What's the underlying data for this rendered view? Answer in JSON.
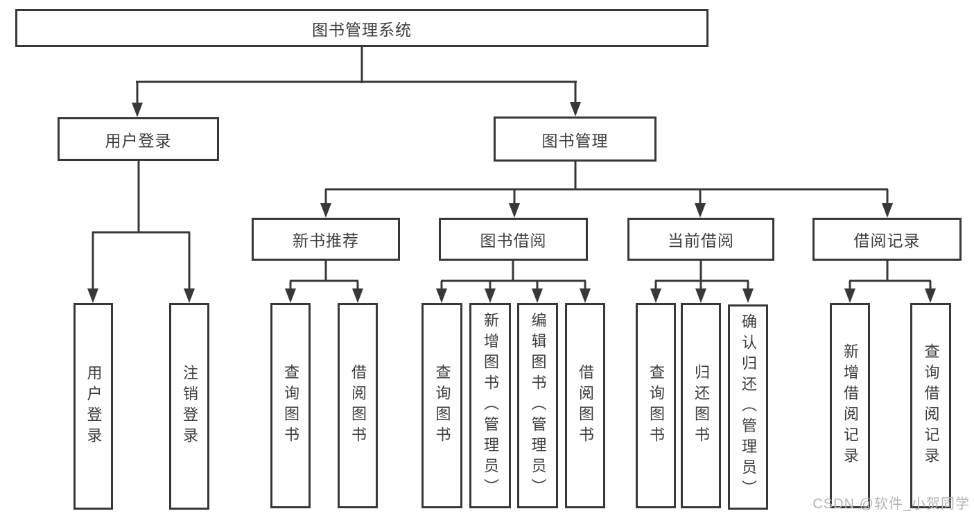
{
  "colors": {
    "border": "#383838",
    "text": "#3d3d3d",
    "watermark": "#b3b3b3",
    "background": "#ffffff"
  },
  "watermark": {
    "text": "CSDN @软件_小贺同学"
  },
  "tree": {
    "root": {
      "label": "图书管理系统",
      "children": [
        {
          "label": "用户登录",
          "children": [
            {
              "label": "用户登录"
            },
            {
              "label": "注销登录"
            }
          ]
        },
        {
          "label": "图书管理",
          "children": [
            {
              "label": "新书推荐",
              "children": [
                {
                  "label": "查询图书"
                },
                {
                  "label": "借阅图书"
                }
              ]
            },
            {
              "label": "图书借阅",
              "children": [
                {
                  "label": "查询图书"
                },
                {
                  "label": "新增图书（管理员）"
                },
                {
                  "label": "编辑图书（管理员）"
                },
                {
                  "label": "借阅图书"
                }
              ]
            },
            {
              "label": "当前借阅",
              "children": [
                {
                  "label": "查询图书"
                },
                {
                  "label": "归还图书"
                },
                {
                  "label": "确认归还（管理员）"
                }
              ]
            },
            {
              "label": "借阅记录",
              "children": [
                {
                  "label": "新增借阅记录"
                },
                {
                  "label": "查询借阅记录"
                }
              ]
            }
          ]
        }
      ]
    }
  }
}
